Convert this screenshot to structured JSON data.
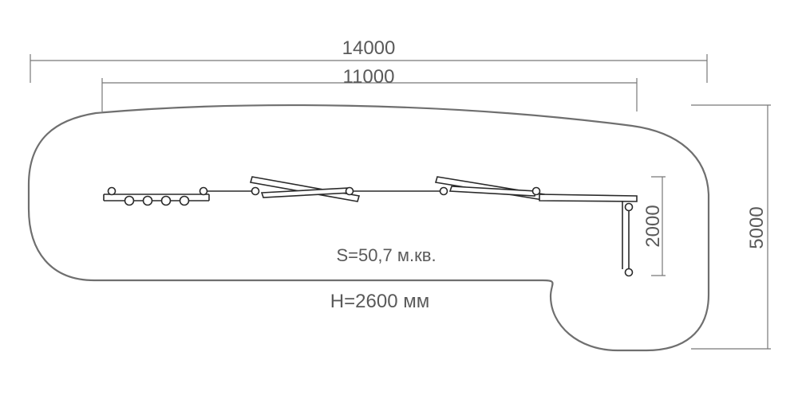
{
  "dimensions": {
    "total_length": "14000",
    "equipment_length": "11000",
    "total_width": "5000",
    "equipment_width": "2000"
  },
  "annotations": {
    "area": "S=50,7 м.кв.",
    "height": "H=2600 мм"
  },
  "colors": {
    "zone_outline": "#6f6f6f",
    "dimension_lines": "#777777",
    "equipment": "#2a2a2a",
    "text": "#5a5a5a"
  }
}
